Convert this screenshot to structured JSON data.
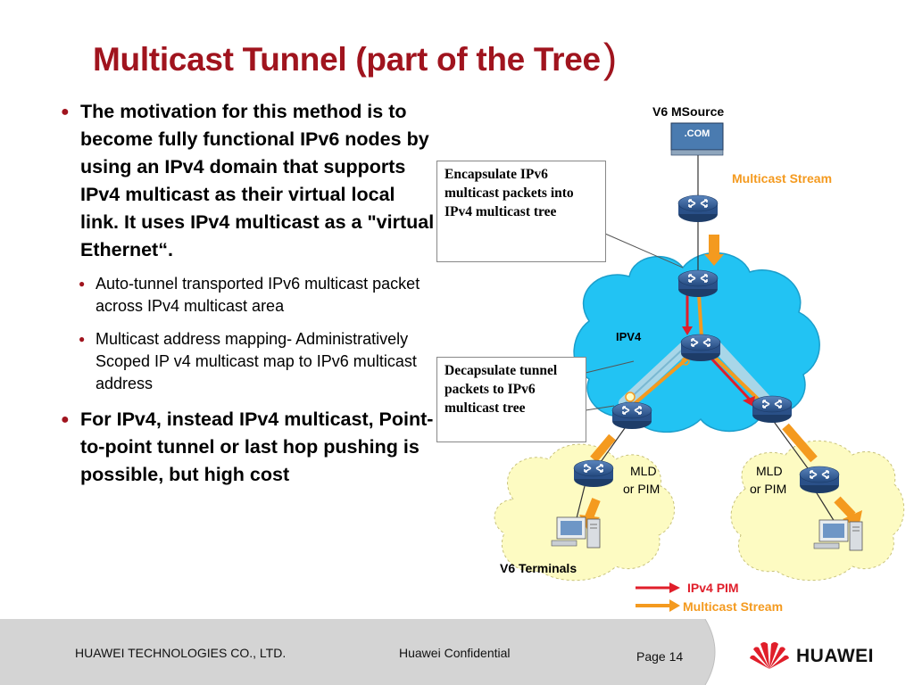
{
  "title": "Multicast Tunnel (part of the Tree",
  "title_paren": ")",
  "bullets": {
    "b1": "The motivation for this method is to become fully functional IPv6 nodes by using an IPv4 domain  that supports IPv4 multicast as their virtual local link. It uses  IPv4 multicast as a \"virtual Ethernet“.",
    "sub1": "Auto-tunnel transported  IPv6 multicast packet across IPv4 multicast area",
    "sub2": "Multicast address mapping- Administratively Scoped IP v4 multicast  map to  IPv6 multicast address",
    "b2": "For IPv4, instead IPv4 multicast, Point-to-point tunnel or last hop pushing is possible, but high cost"
  },
  "diagram": {
    "source_label": "V6 MSource",
    "server_text": ".COM",
    "multicast_stream_label": "Multicast Stream",
    "encap_box": "Encapsulate IPv6 multicast packets into IPv4 multicast tree",
    "decap_box": "Decapsulate tunnel packets to IPv6 multicast tree",
    "ipv4_cloud_label": "IPV4",
    "mld_left": "MLD",
    "or_pim_left": "or PIM",
    "mld_right": "MLD",
    "or_pim_right": "or PIM",
    "terminals_label": "V6 Terminals"
  },
  "legend": {
    "ipv4_pim": "IPv4 PIM",
    "multicast_stream": "Multicast Stream"
  },
  "footer": {
    "company": "HUAWEI TECHNOLOGIES CO., LTD.",
    "confidential": "Huawei Confidential",
    "page": "Page 14",
    "logo_text": "HUAWEI"
  },
  "colors": {
    "title": "#a0141e",
    "orange": "#f49a1f",
    "red": "#e01e2a",
    "cloud_blue": "#22c3f3",
    "cloud_yellow": "#fdfbc2",
    "router": "#2e5a92",
    "footer_gray": "#d4d4d4"
  }
}
